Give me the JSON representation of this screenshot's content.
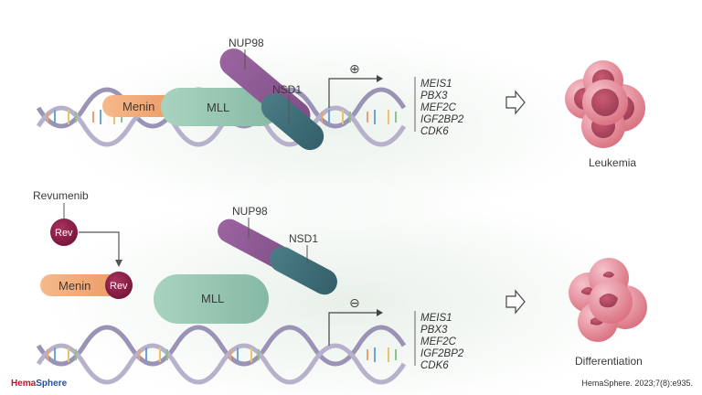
{
  "top_panel": {
    "menin_label": "Menin",
    "mll_label": "MLL",
    "nup98_label": "NUP98",
    "nsd1_label": "NSD1",
    "sign": "⊕",
    "genes": [
      "MEIS1",
      "PBX3",
      "MEF2C",
      "IGF2BP2",
      "CDK6"
    ],
    "outcome_label": "Leukemia"
  },
  "bottom_panel": {
    "drug_label": "Revumenib",
    "rev_label": "Rev",
    "menin_label": "Menin",
    "bound_rev_label": "Rev",
    "mll_label": "MLL",
    "nup98_label": "NUP98",
    "nsd1_label": "NSD1",
    "sign": "⊖",
    "genes": [
      "MEIS1",
      "PBX3",
      "MEF2C",
      "IGF2BP2",
      "CDK6"
    ],
    "outcome_label": "Differentiation"
  },
  "footer": {
    "brand_part1": "Hema",
    "brand_part2": "Sphere",
    "citation": "HemaSphere. 2023;7(8):e935."
  },
  "colors": {
    "menin": "#f2a876",
    "mll": "#9ccab4",
    "nup98": "#8e5a93",
    "nsd1": "#3f6e78",
    "rev": "#8a1a45",
    "cell": "#e48a9a",
    "brand_red": "#c8102e",
    "brand_blue": "#1f4e9c"
  }
}
